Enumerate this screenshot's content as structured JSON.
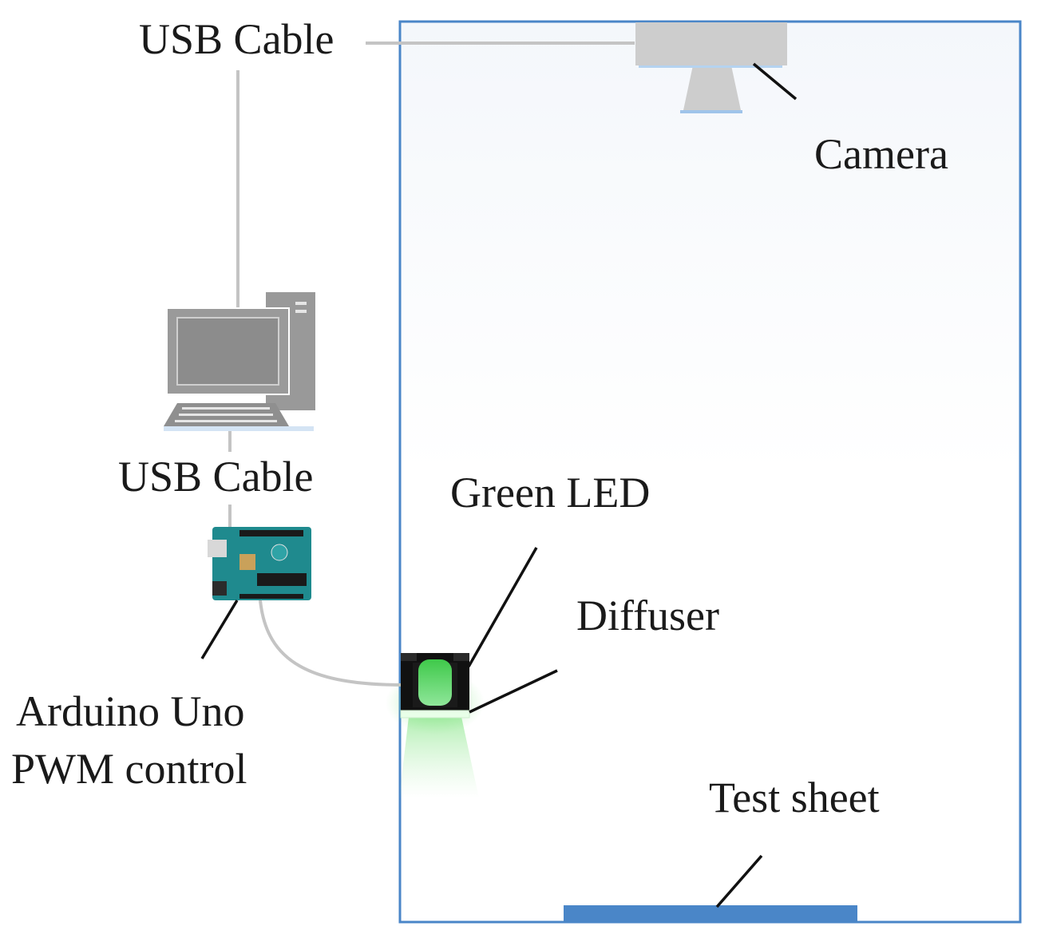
{
  "labels": {
    "usb_cable_top": "USB Cable",
    "usb_cable_bottom": "USB Cable",
    "camera": "Camera",
    "green_led": "Green LED",
    "diffuser": "Diffuser",
    "arduino_line1": "Arduino Uno",
    "arduino_line2": "PWM control",
    "test_sheet": "Test sheet"
  },
  "colors": {
    "chamber_border": "#4a86c8",
    "cable": "#c4c4c4",
    "camera_body": "#cdcdcd",
    "computer": "#999999",
    "arduino_board": "#1f8a8e",
    "led_glow": "#5ed35e",
    "test_sheet": "#4a86c8",
    "leader_line": "#111111"
  },
  "icons": [
    "camera-icon",
    "computer-icon",
    "arduino-board-icon",
    "led-icon"
  ]
}
